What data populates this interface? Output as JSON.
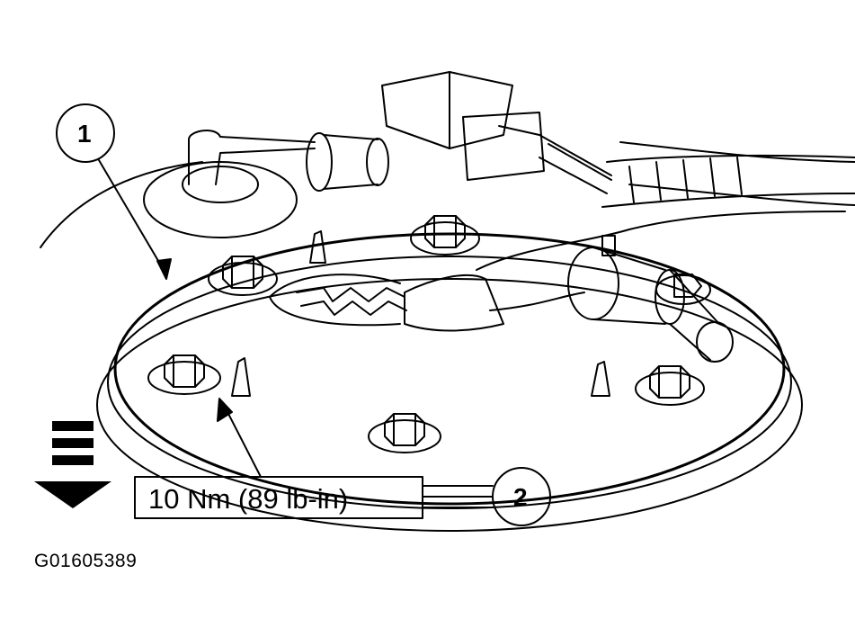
{
  "diagram": {
    "callouts": [
      {
        "number": "1"
      },
      {
        "number": "2"
      }
    ],
    "torque_label": "10 Nm (89 lb-in)",
    "figure_id": "G01605389"
  },
  "colors": {
    "line": "#000000",
    "background": "#ffffff"
  },
  "icons": {
    "direction_arrow": "down-arrow-icon"
  }
}
